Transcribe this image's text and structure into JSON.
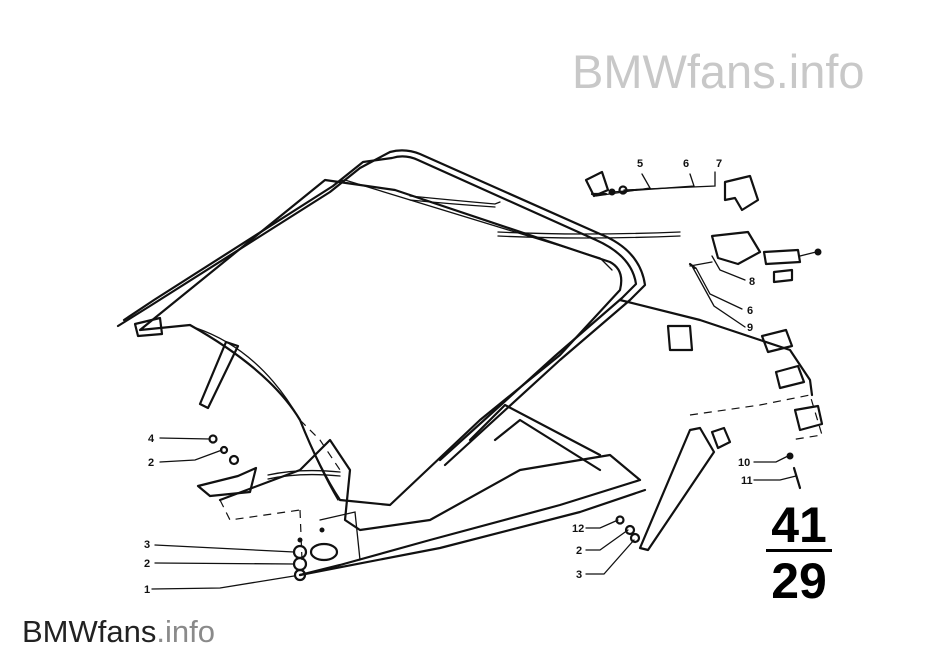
{
  "watermark": {
    "top": "BMWfans.info",
    "bottom_brand": "BMWfans",
    "bottom_suffix": ".info"
  },
  "group_number": {
    "main": "41",
    "sub": "29"
  },
  "callouts": {
    "c_5": "5",
    "c_6a": "6",
    "c_7": "7",
    "c_8": "8",
    "c_6b": "6",
    "c_9": "9",
    "c_4": "4",
    "c_2a": "2",
    "c_3a": "3",
    "c_2b": "2",
    "c_1": "1",
    "c_12": "12",
    "c_2c": "2",
    "c_3b": "3",
    "c_10": "10",
    "c_11": "11"
  }
}
